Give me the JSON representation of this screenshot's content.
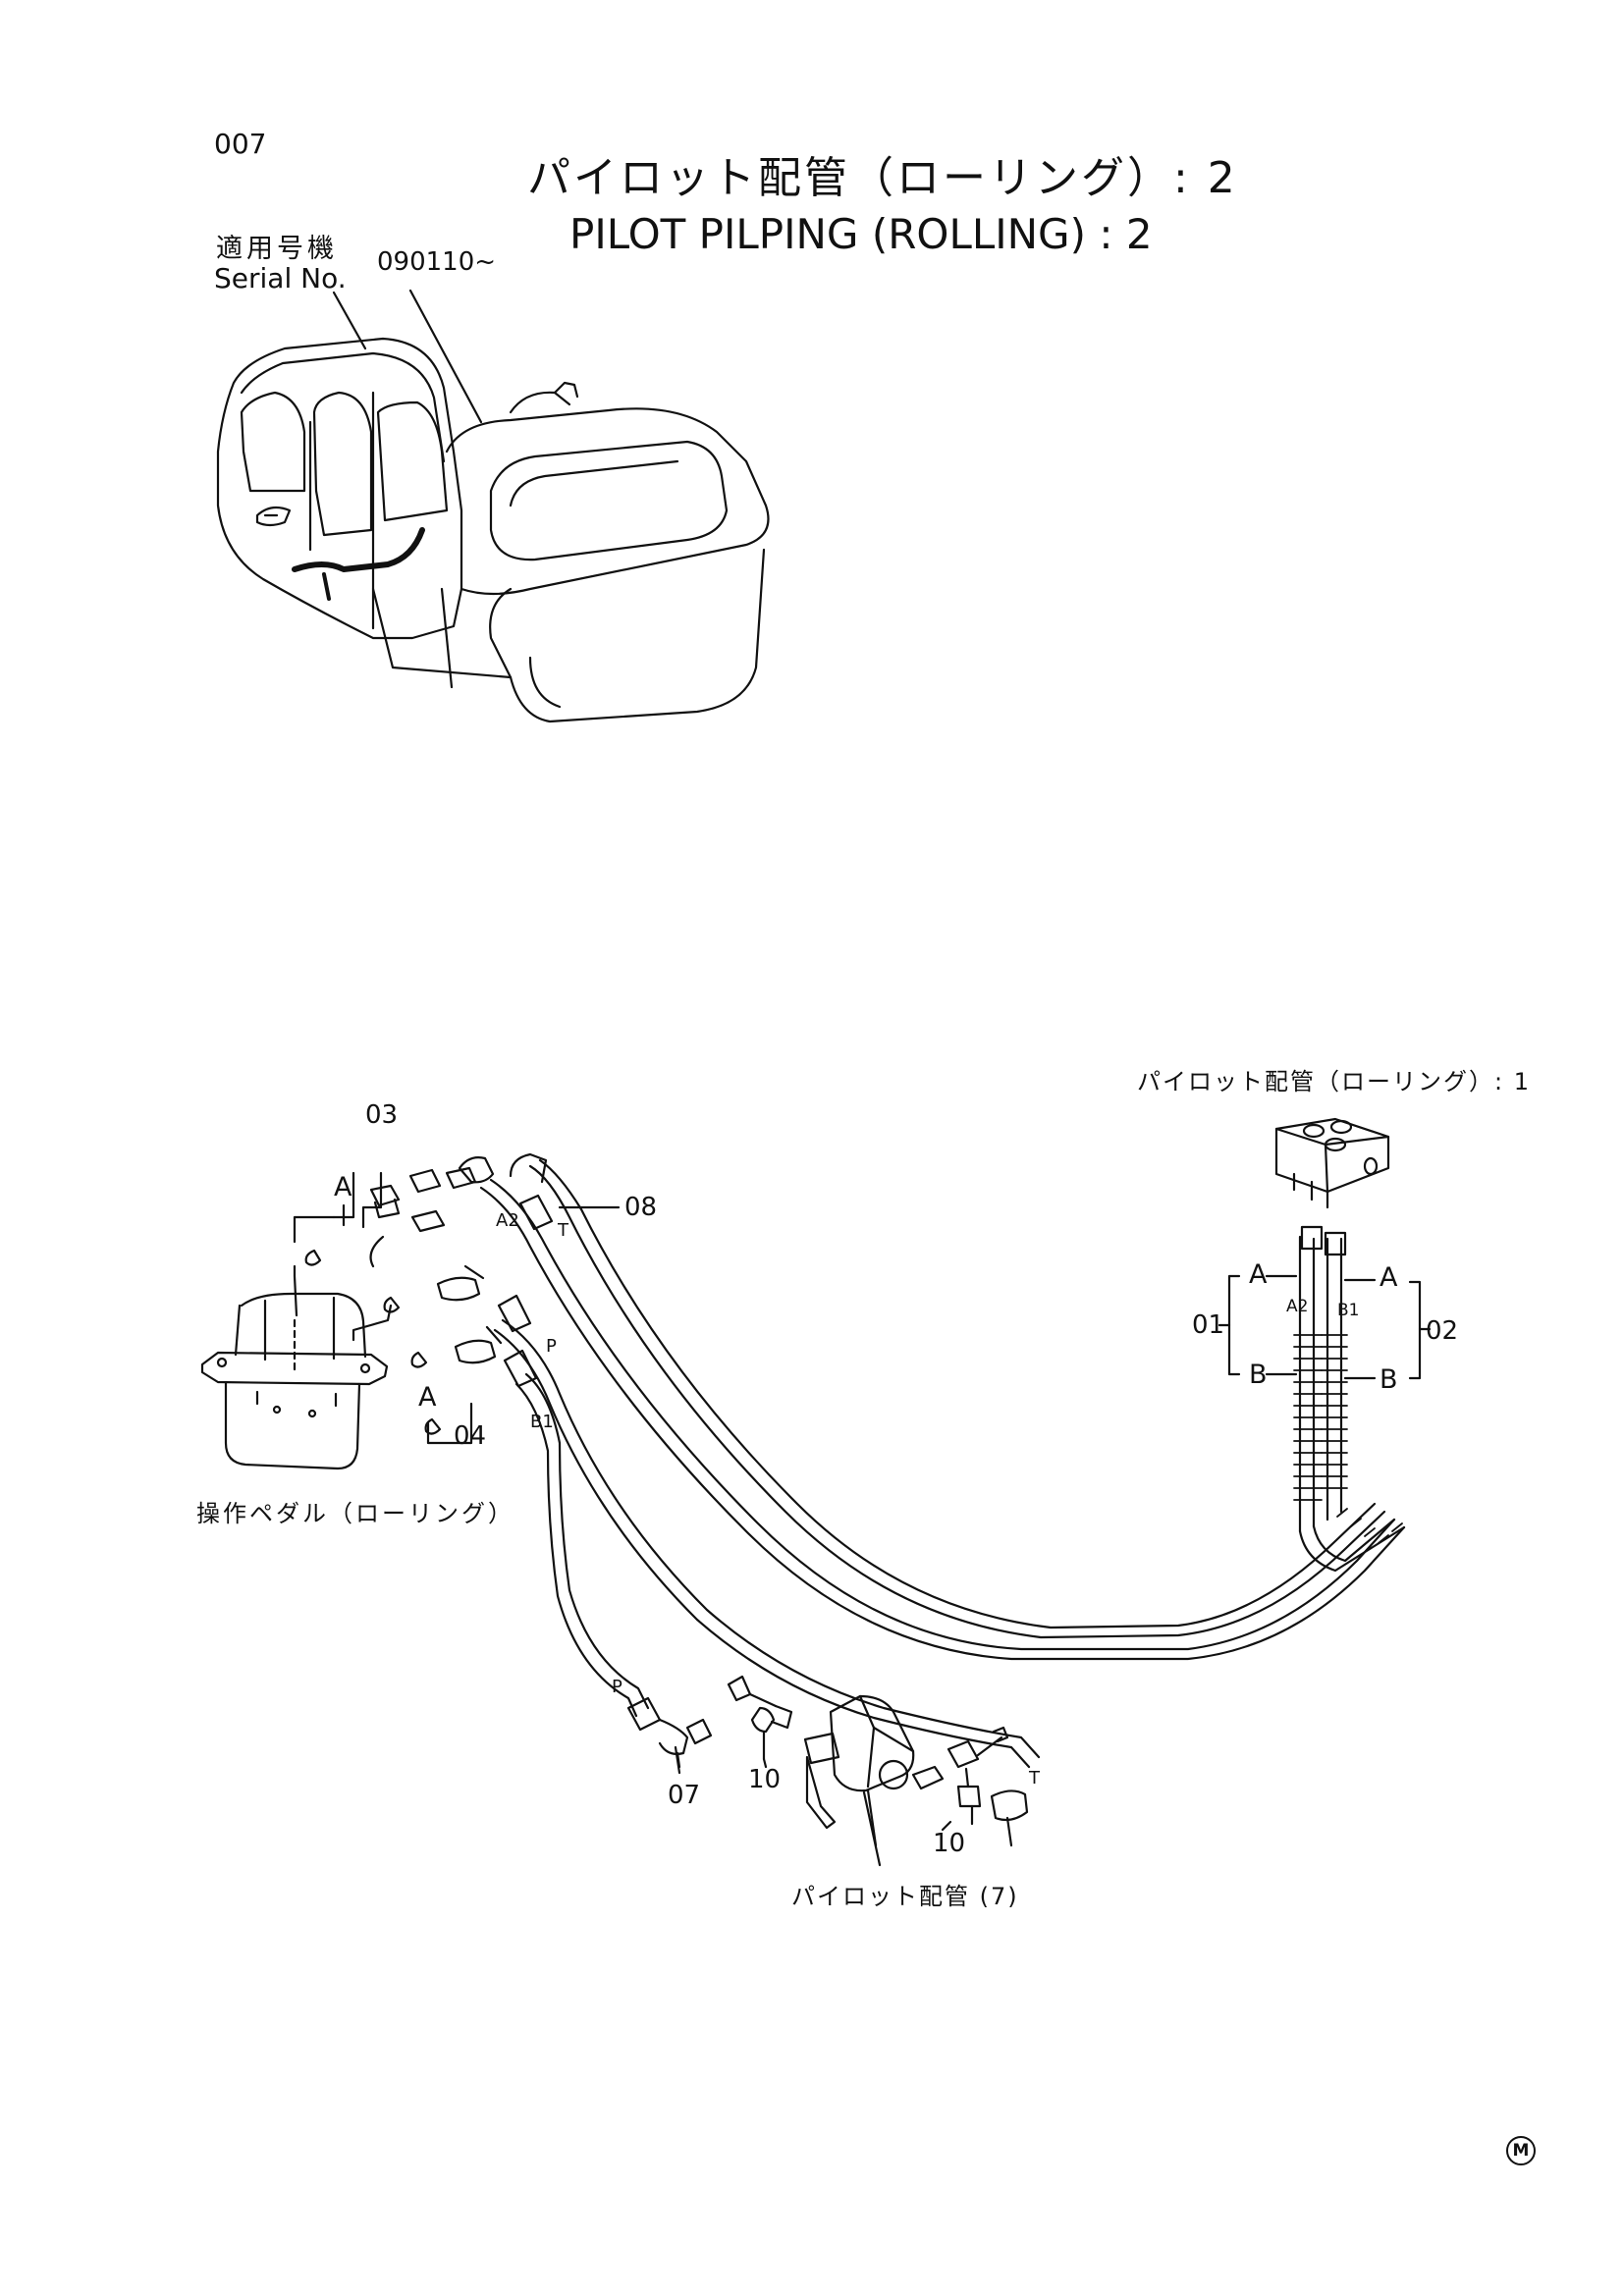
{
  "page_number": "007",
  "title_jp": "パイロット配管（ローリング）: 2",
  "title_en": "PILOT PILPING (ROLLING) : 2",
  "serial": {
    "label_jp": "適用号機",
    "label_en": "Serial No.",
    "value": "090110~"
  },
  "callouts": {
    "ref_pilot_rolling_1": "パイロット配管（ローリング）: 1",
    "ref_pilot_7": "パイロット配管 (7)",
    "operation_pedal": "操作ペダル（ローリング）",
    "part_01": "01",
    "part_02": "02",
    "part_03": "03",
    "part_04": "04",
    "part_07": "07",
    "part_08": "08",
    "part_10a": "10",
    "part_10b": "10"
  },
  "port_labels": {
    "a_left_upper": "A",
    "a_left_lower": "A",
    "a2_mid": "A2",
    "t_mid": "T",
    "p_mid": "P",
    "b1_mid": "B1",
    "p_lower": "P",
    "t_lower": "T",
    "a_right_1": "A",
    "a_right_2": "A",
    "a2_right": "A2",
    "b1_right": "B1",
    "b_right_1": "B",
    "b_right_2": "B"
  },
  "footer_mark": "M"
}
